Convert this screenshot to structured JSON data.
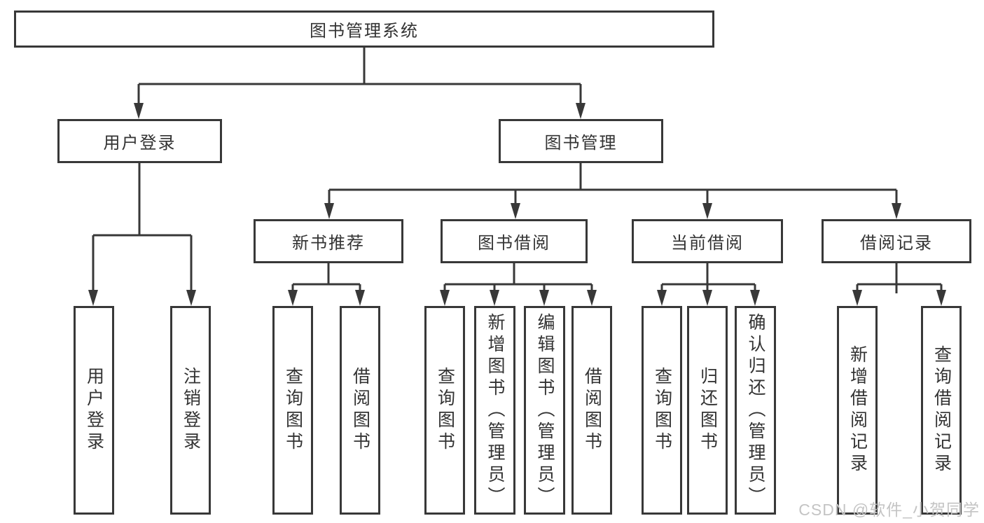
{
  "diagram": {
    "type": "tree",
    "root": {
      "label": "图书管理系统"
    },
    "level2": {
      "user_login": {
        "label": "用户登录",
        "parent": "图书管理系统"
      },
      "book_mgmt": {
        "label": "图书管理",
        "parent": "图书管理系统"
      }
    },
    "level3": {
      "new_book_rec": {
        "label": "新书推荐",
        "parent": "图书管理"
      },
      "book_borrow": {
        "label": "图书借阅",
        "parent": "图书管理"
      },
      "current_borrow": {
        "label": "当前借阅",
        "parent": "图书管理"
      },
      "borrow_records": {
        "label": "借阅记录",
        "parent": "图书管理"
      }
    },
    "leaves": [
      {
        "label": "用户登录",
        "parent": "用户登录"
      },
      {
        "label": "注销登录",
        "parent": "用户登录"
      },
      {
        "label": "查询图书",
        "parent": "新书推荐"
      },
      {
        "label": "借阅图书",
        "parent": "新书推荐"
      },
      {
        "label": "查询图书",
        "parent": "图书借阅"
      },
      {
        "label": "新增图书（管理员）",
        "parent": "图书借阅"
      },
      {
        "label": "编辑图书（管理员）",
        "parent": "图书借阅"
      },
      {
        "label": "借阅图书",
        "parent": "图书借阅"
      },
      {
        "label": "查询图书",
        "parent": "当前借阅"
      },
      {
        "label": "归还图书",
        "parent": "当前借阅"
      },
      {
        "label": "确认归还（管理员）",
        "parent": "当前借阅"
      },
      {
        "label": "新增借阅记录",
        "parent": "借阅记录"
      },
      {
        "label": "查询借阅记录",
        "parent": "借阅记录"
      }
    ]
  },
  "watermark": "CSDN @软件_小贺同学",
  "colors": {
    "line": "#383838",
    "box_border": "#383838",
    "text": "#333333",
    "background": "#ffffff",
    "watermark": "#c4c4c4"
  }
}
